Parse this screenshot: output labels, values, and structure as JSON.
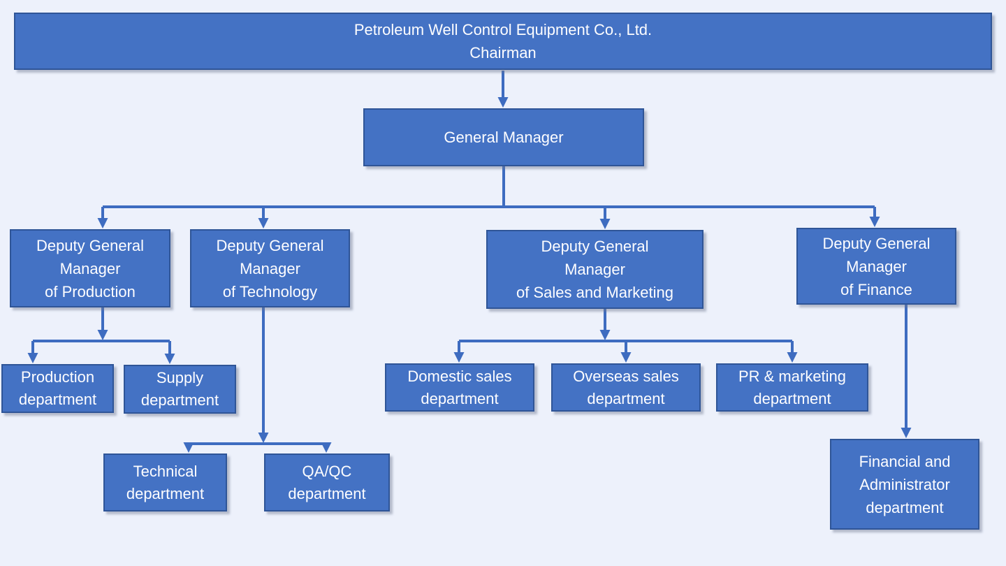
{
  "colors": {
    "background": "#EDF1FB",
    "box_fill": "#4472C4",
    "box_border": "#2F5597",
    "connector": "#3E6CC0",
    "text": "#FDFDFF"
  },
  "nodes": {
    "chairman": {
      "text": "Petroleum Well Control Equipment Co., Ltd.\nChairman"
    },
    "general_manager": {
      "text": "General Manager"
    },
    "deputy_production": {
      "text": "Deputy General\nManager\nof Production"
    },
    "deputy_technology": {
      "text": "Deputy General\nManager\nof Technology"
    },
    "deputy_sales": {
      "text": "Deputy General\nManager\nof  Sales and Marketing"
    },
    "deputy_finance": {
      "text": "Deputy General\nManager\nof Finance"
    },
    "production_dept": {
      "text": "Production\ndepartment"
    },
    "supply_dept": {
      "text": "Supply\ndepartment"
    },
    "domestic_sales_dept": {
      "text": "Domestic sales\ndepartment"
    },
    "overseas_sales_dept": {
      "text": "Overseas sales\ndepartment"
    },
    "pr_marketing_dept": {
      "text": "PR & marketing\ndepartment"
    },
    "technical_dept": {
      "text": "Technical\ndepartment"
    },
    "qaqc_dept": {
      "text": "QA/QC\ndepartment"
    },
    "financial_admin_dept": {
      "text": "Financial and\nAdministrator\ndepartment"
    }
  }
}
